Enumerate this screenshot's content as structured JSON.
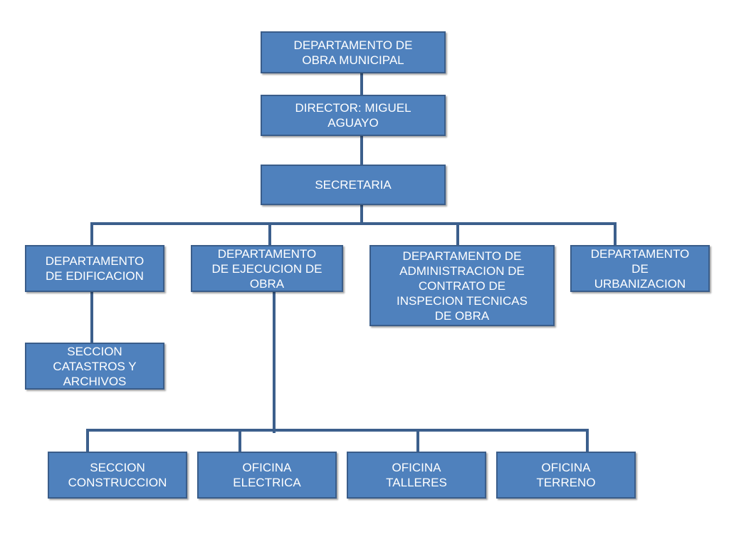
{
  "colors": {
    "box_fill": "#4f81bd",
    "box_border": "#3a5d8a",
    "connector": "#3c5f8c",
    "text": "#ffffff",
    "background": "#ffffff"
  },
  "org_chart": {
    "root": "DEPARTAMENTO DE\nOBRA MUNICIPAL",
    "director": "DIRECTOR: MIGUEL\nAGUAYO",
    "secretaria": "SECRETARIA",
    "departments": [
      "DEPARTAMENTO\nDE EDIFICACION",
      "DEPARTAMENTO\nDE EJECUCION DE\nOBRA",
      "DEPARTAMENTO DE\nADMINISTRACION DE\nCONTRATO DE\nINSPECION TECNICAS\nDE OBRA",
      "DEPARTAMENTO\nDE\nURBANIZACION"
    ],
    "edificacion_section": "SECCION\nCATASTROS Y\nARCHIVOS",
    "ejecucion_units": [
      "SECCION\nCONSTRUCCION",
      "OFICINA\nELECTRICA",
      "OFICINA\nTALLERES",
      "OFICINA\nTERRENO"
    ]
  }
}
